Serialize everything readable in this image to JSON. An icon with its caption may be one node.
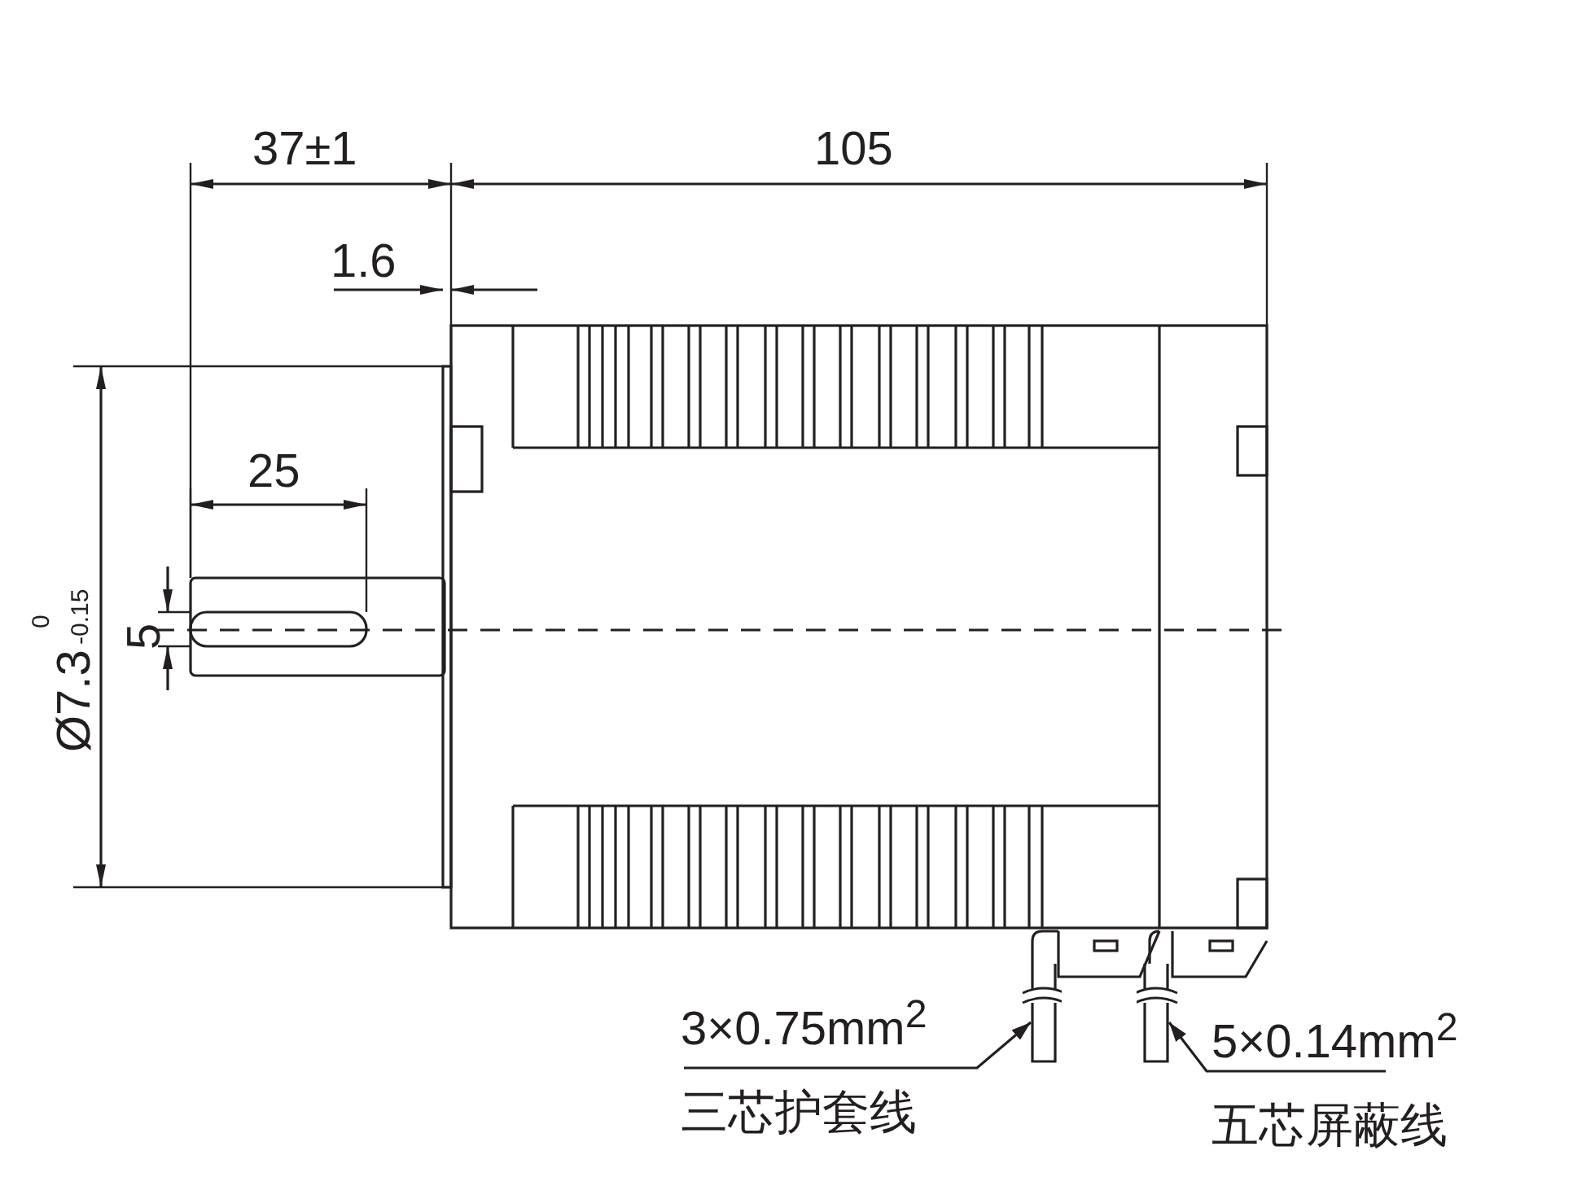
{
  "diagram": {
    "nodes": [
      {
        "text": [
          "3×0.75mm$^{2}$",
          "三芯护套线"
        ]
      },
      {
        "text": [],
        "shape": "picture"
      },
      {
        "text": [
          "5×0.14mm$^{2}$",
          "五芯屏蔽线"
        ]
      },
      {
        "text": [],
        "shape": "picture"
      }
    ],
    "edges": [
      {
        "from": 0,
        "to": 1,
        "arrow": "to"
      },
      {
        "from": 2,
        "to": 3,
        "arrow": "to"
      }
    ],
    "labels": [
      "37±1",
      "105",
      "1.6",
      "25",
      "Ø7.3",
      "0",
      "-0.15",
      "5"
    ]
  }
}
